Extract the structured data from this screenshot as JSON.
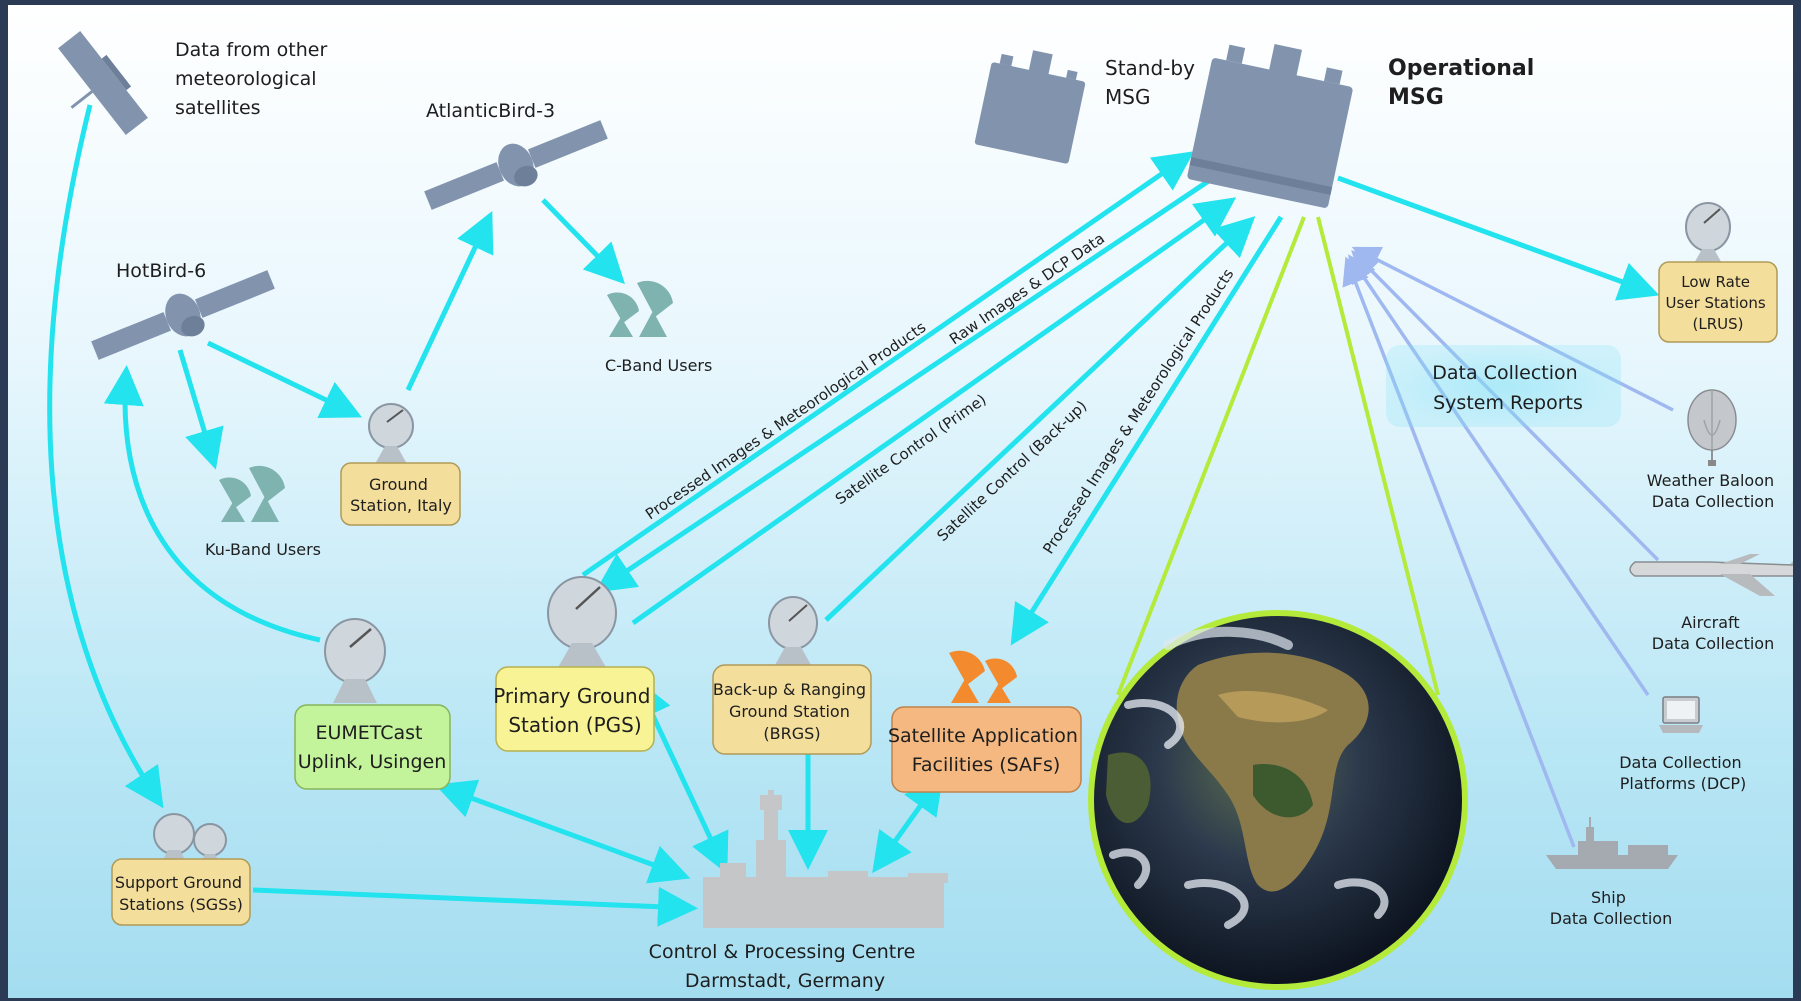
{
  "colors": {
    "arrow": "#22e3ee",
    "arrow_light": "#9fb8f0",
    "earth_beam": "#b4ea3a",
    "satellite": "#8193ad",
    "dish": "#cfd6dc",
    "box_tan": "#f3de9c",
    "box_yellow": "#f8f394",
    "box_green": "#c3f39a",
    "box_orange": "#f4b880",
    "box_blue": "#a9e6f5"
  },
  "satellites": {
    "other": "Data from other meteorological satellites",
    "other_lines": [
      "Data from other",
      "meteorological",
      "satellites"
    ],
    "atlanticbird": "AtlanticBird-3",
    "hotbird": "HotBird-6",
    "standby": [
      "Stand-by",
      "MSG"
    ],
    "operational": [
      "Operational",
      "MSG"
    ]
  },
  "users": {
    "cband": "C-Band Users",
    "kuband": "Ku-Band Users"
  },
  "stations": {
    "ground_italy": [
      "Ground",
      "Station, Italy"
    ],
    "pgs": [
      "Primary Ground",
      "Station (PGS)"
    ],
    "brgs": [
      "Back-up & Ranging",
      "Ground Station",
      "(BRGS)"
    ],
    "eumetcast": [
      "EUMETCast",
      "Uplink, Usingen"
    ],
    "saf": [
      "Satellite Application",
      "Facilities (SAFs)"
    ],
    "sgs": [
      "Support Ground",
      "Stations (SGSs)"
    ],
    "lrus": [
      "Low Rate",
      "User Stations",
      "(LRUS)"
    ],
    "dcsr": [
      "Data Collection",
      "System Reports"
    ]
  },
  "control_centre": [
    "Control & Processing Centre",
    "Darmstadt, Germany"
  ],
  "collection": {
    "balloon": [
      "Weather Baloon",
      "Data Collection"
    ],
    "aircraft": [
      "Aircraft",
      "Data Collection"
    ],
    "dcp": [
      "Data Collection",
      "Platforms (DCP)"
    ],
    "ship": [
      "Ship",
      "Data Collection"
    ]
  },
  "link_labels": {
    "processed_pgs": "Processed Images & Meteorological Products",
    "raw": "Raw Images & DCP Data",
    "sat_prime": "Satellite Control (Prime)",
    "sat_backup": "Satellite Control (Back-up)",
    "processed_saf": "Processed Images & Meteorological Products"
  }
}
